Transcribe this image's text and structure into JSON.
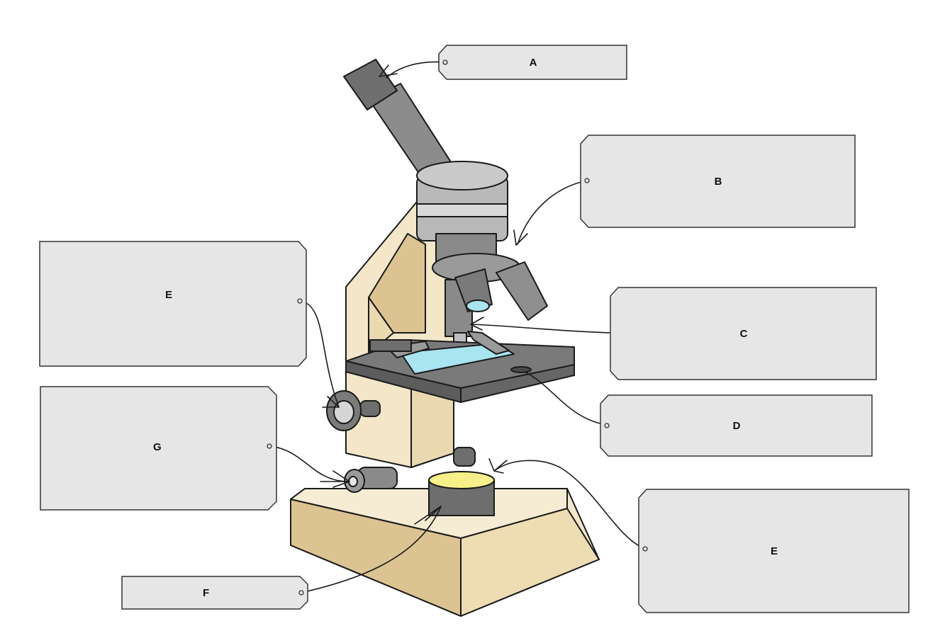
{
  "labels": {
    "a": "A",
    "b": "B",
    "c": "C",
    "d": "D",
    "e_left": "E",
    "e_right": "E",
    "f": "F",
    "g": "G"
  },
  "colors": {
    "tag_fill": "#e6e6e6",
    "tag_stroke": "#333333",
    "body_cream": "#f3e6c9",
    "body_shadow": "#dcc392",
    "metal_dark": "#6b6b6b",
    "metal_mid": "#9a9a9a",
    "metal_light": "#bdbdbd",
    "slide_blue": "#a9e4f1",
    "lamp_yellow": "#f7f08a"
  }
}
